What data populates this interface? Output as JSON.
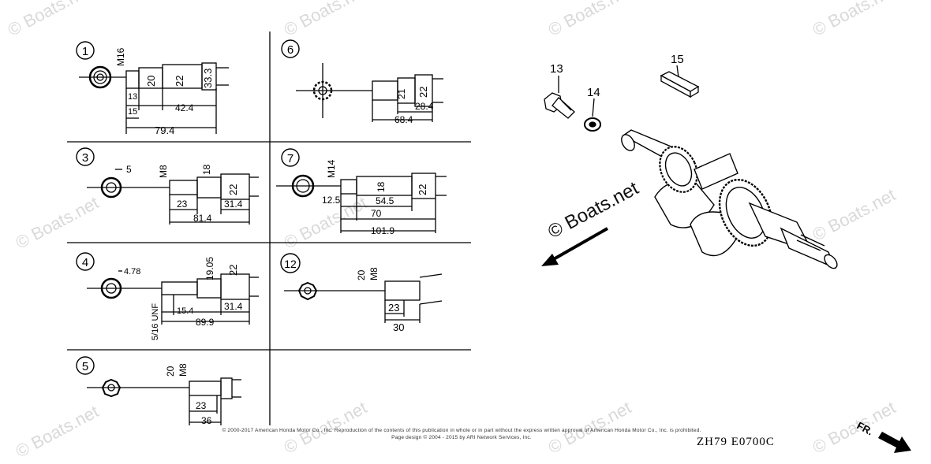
{
  "watermark": "© Boats.net",
  "panels": {
    "p1": {
      "num": "1",
      "dims": [
        "M16",
        "20",
        "22",
        "33.3",
        "13",
        "15",
        "42.4",
        "79.4"
      ]
    },
    "p3": {
      "num": "3",
      "dims": [
        "5",
        "M8",
        "18",
        "22",
        "23",
        "31.4",
        "81.4"
      ]
    },
    "p4": {
      "num": "4",
      "dims": [
        "4.78",
        "19.05",
        "22",
        "5/16 UNF",
        "15.4",
        "31.4",
        "89.9"
      ]
    },
    "p5": {
      "num": "5",
      "dims": [
        "20",
        "M8",
        "23",
        "36"
      ]
    },
    "p6": {
      "num": "6",
      "dims": [
        "21",
        "22",
        "28.4",
        "68.4"
      ]
    },
    "p7": {
      "num": "7",
      "dims": [
        "M14",
        "18",
        "22",
        "12.5",
        "54.5",
        "70",
        "101.9"
      ]
    },
    "p12": {
      "num": "12",
      "dims": [
        "20",
        "M8",
        "23",
        "30"
      ]
    }
  },
  "parts": {
    "bolt": "13",
    "washer": "14",
    "key": "15"
  },
  "center_watermark": "© Boats.net",
  "direction_label": "FR.",
  "copyright_line1": "© 2000-2017 American Honda Motor Co., Inc. Reproduction of the contents of this publication in whole or in part without the express written approval of American Honda Motor Co., Inc. is prohibited.",
  "copyright_line2": "Page design © 2004 - 2015 by ARI Network Services, Inc.",
  "diagram_code": "ZH79   E0700C"
}
